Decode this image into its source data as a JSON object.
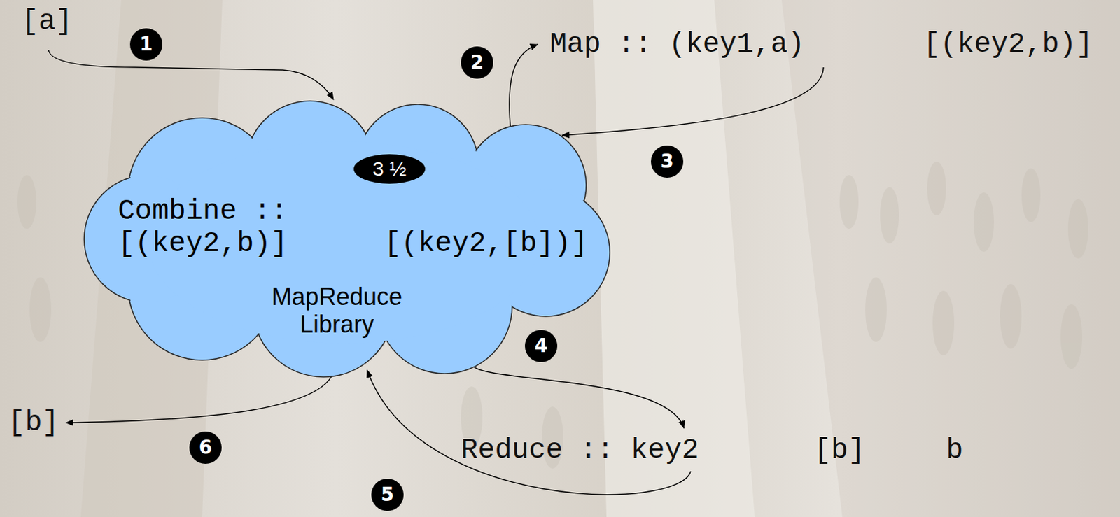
{
  "diagram": {
    "nodes": [
      {
        "text": [
          "MapReduce Library",
          "Combine :: [(key2,b)]",
          "[(key2,[b])]"
        ]
      }
    ],
    "labels": [
      "[a]",
      "1",
      "2",
      "Map :: (key1,a)",
      "[(key2,b)]",
      "3",
      "3 ½",
      "4",
      "Reduce :: key2",
      "[b]",
      "b",
      "5",
      "6",
      "[b]"
    ]
  }
}
